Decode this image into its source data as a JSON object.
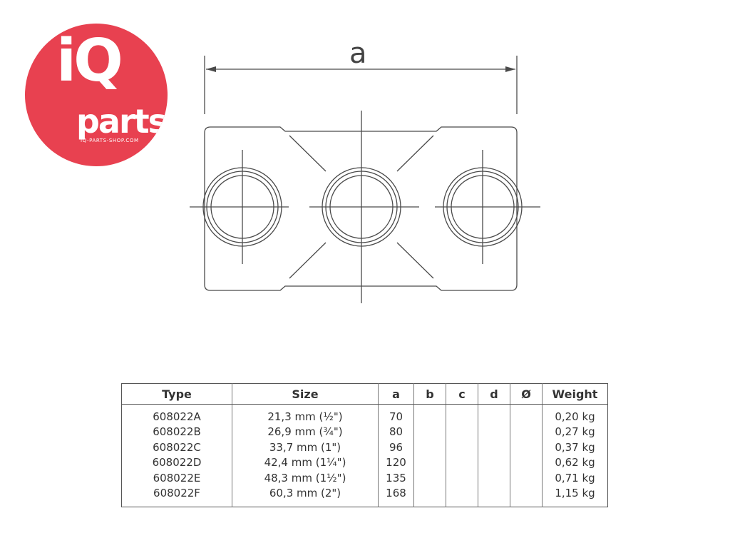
{
  "logo": {
    "brand_top": "iQ",
    "brand_bottom": "parts",
    "url": "IQ-PARTS-SHOP.COM",
    "color": "#e84150"
  },
  "drawing": {
    "dimension_label": "a",
    "line_color": "#4a4a4a"
  },
  "table": {
    "headers": [
      "Type",
      "Size",
      "a",
      "b",
      "c",
      "d",
      "Ø",
      "Weight"
    ],
    "rows": [
      [
        "608022A",
        "21,3 mm (½\")",
        "70",
        "",
        "",
        "",
        "",
        "0,20 kg"
      ],
      [
        "608022B",
        "26,9 mm (¾\")",
        "80",
        "",
        "",
        "",
        "",
        "0,27 kg"
      ],
      [
        "608022C",
        "33,7 mm (1\")",
        "96",
        "",
        "",
        "",
        "",
        "0,37 kg"
      ],
      [
        "608022D",
        "42,4 mm (1¼\")",
        "120",
        "",
        "",
        "",
        "",
        "0,62 kg"
      ],
      [
        "608022E",
        "48,3 mm (1½\")",
        "135",
        "",
        "",
        "",
        "",
        "0,71 kg"
      ],
      [
        "608022F",
        "60,3 mm (2\")",
        "168",
        "",
        "",
        "",
        "",
        "1,15 kg"
      ]
    ]
  }
}
